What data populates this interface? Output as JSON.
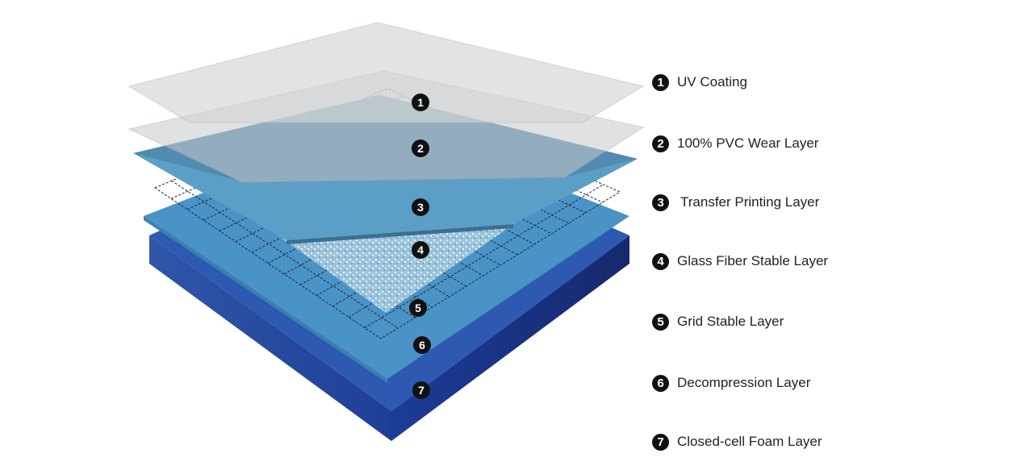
{
  "title": "Flooring layer structure",
  "layers": [
    {
      "number": "1",
      "label": "UV Coating"
    },
    {
      "number": "2",
      "label": "100% PVC Wear Layer"
    },
    {
      "number": "3",
      "label": "Transfer Printing Layer"
    },
    {
      "number": "4",
      "label": "Glass Fiber Stable Layer"
    },
    {
      "number": "5",
      "label": "Grid Stable Layer"
    },
    {
      "number": "6",
      "label": "Decompression Layer"
    },
    {
      "number": "7",
      "label": "Closed-cell Foam Layer"
    }
  ],
  "colors": {
    "uv": "#d6d6d8",
    "wear": "#c9cbcf",
    "printing": "#4f90b6",
    "grid_layer": "#4a92c4",
    "foam_top": "#2f55a6",
    "foam_side": "#1d3a8c"
  }
}
